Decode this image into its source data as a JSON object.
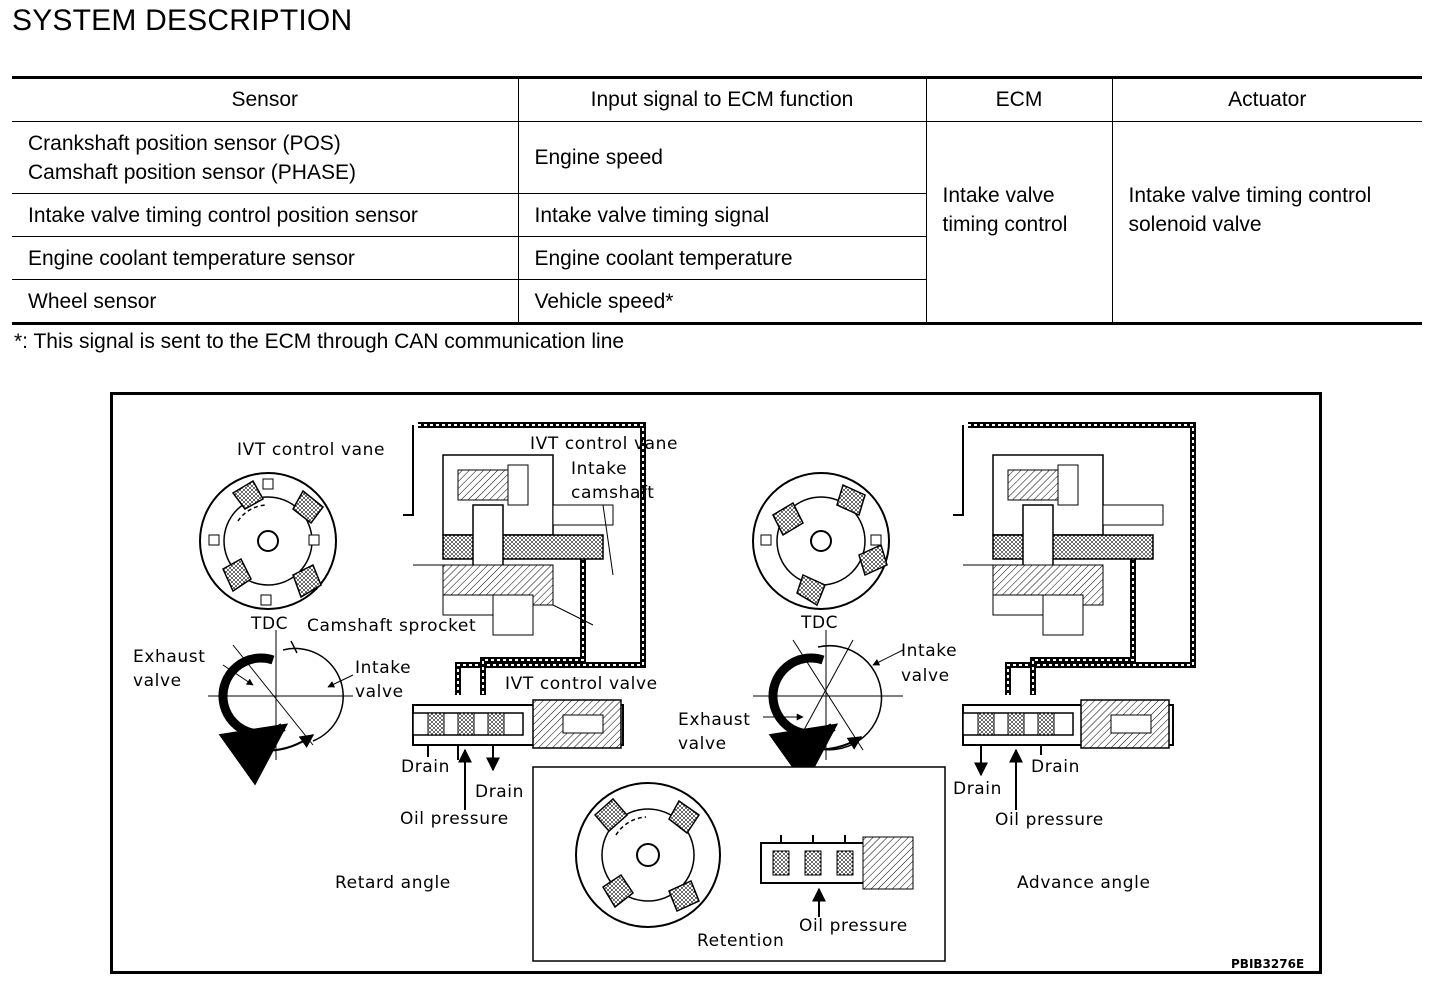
{
  "title": "SYSTEM DESCRIPTION",
  "table": {
    "headers": [
      "Sensor",
      "Input signal to ECM function",
      "ECM",
      "Actuator"
    ],
    "rows": [
      {
        "sensor_line1": "Crankshaft position sensor (POS)",
        "sensor_line2": "Camshaft position sensor (PHASE)",
        "signal": "Engine speed"
      },
      {
        "sensor": "Intake valve timing control position sensor",
        "signal": "Intake valve timing signal"
      },
      {
        "sensor": "Engine coolant temperature sensor",
        "signal": "Engine coolant temperature"
      },
      {
        "sensor": "Wheel sensor",
        "signal": "Vehicle speed*"
      }
    ],
    "ecm_line1": "Intake valve",
    "ecm_line2": "timing control",
    "actuator_line1": "Intake valve timing control",
    "actuator_line2": "solenoid valve"
  },
  "footnote": "*: This signal is sent to the ECM through CAN communication line",
  "figure": {
    "labels": {
      "ivt_vane_left": "IVT control vane",
      "ivt_vane_center": "IVT control vane",
      "intake": "Intake",
      "camshaft": "camshaft",
      "camshaft_sprocket": "Camshaft sprocket",
      "tdc_left": "TDC",
      "tdc_right": "TDC",
      "exhaust_left_1": "Exhaust",
      "exhaust_left_2": "valve",
      "intake_left_1": "Intake",
      "intake_left_2": "valve",
      "ivt_control_valve": "IVT control valve",
      "drain_1": "Drain",
      "drain_2": "Drain",
      "drain_3": "Drain",
      "drain_4": "Drain",
      "oil_pressure_left": "Oil pressure",
      "oil_pressure_right": "Oil pressure",
      "oil_pressure_center": "Oil pressure",
      "exhaust_right_1": "Exhaust",
      "exhaust_right_2": "valve",
      "intake_right_1": "Intake",
      "intake_right_2": "valve",
      "retard_angle": "Retard angle",
      "advance_angle": "Advance angle",
      "retention": "Retention",
      "code": "PBIB3276E"
    }
  }
}
